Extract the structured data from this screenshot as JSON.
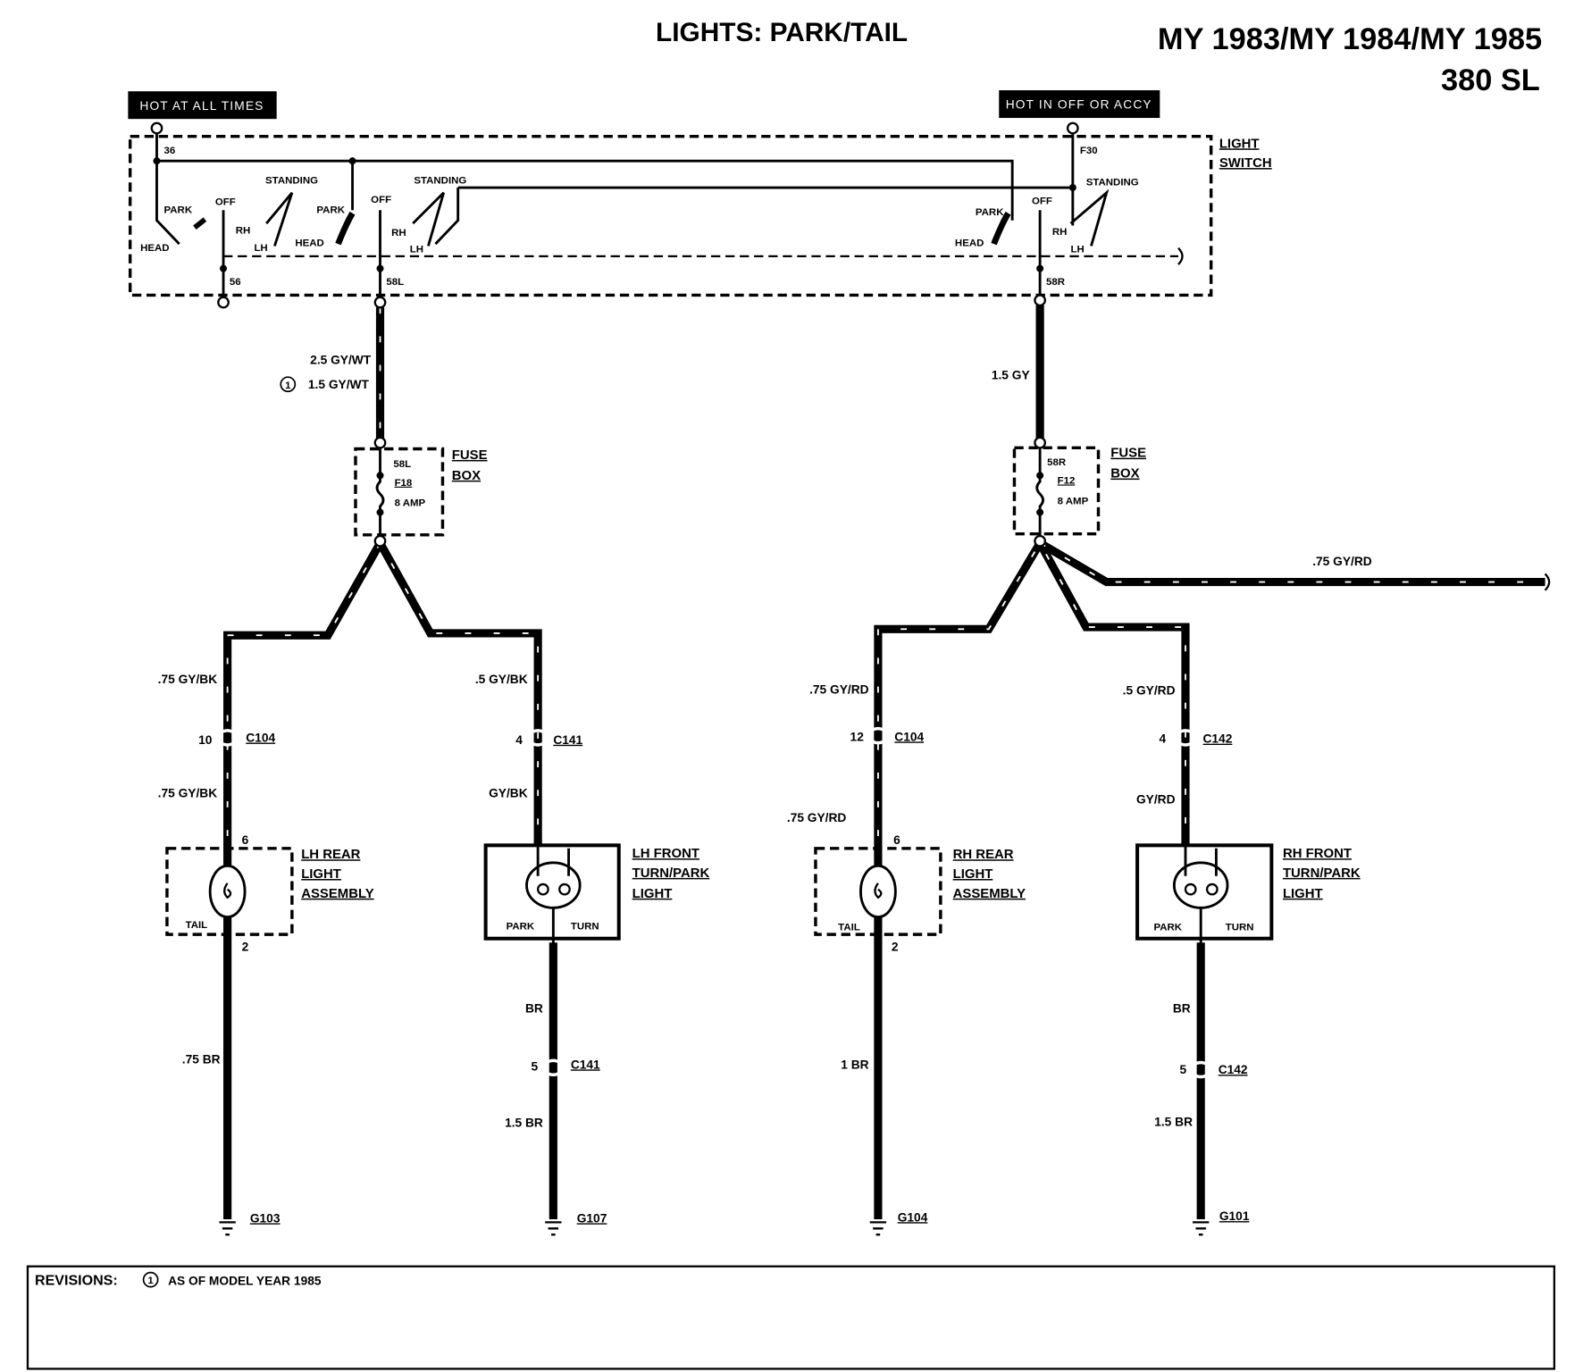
{
  "header": {
    "title": "LIGHTS: PARK/TAIL",
    "model_years": "MY 1983/MY 1984/MY 1985",
    "model": "380 SL"
  },
  "power_tags": {
    "hot_at_all_times": "HOT AT ALL TIMES",
    "hot_in_off_or_accy": "HOT IN OFF OR ACCY"
  },
  "light_switch": {
    "name_line1": "LIGHT",
    "name_line2": "SWITCH",
    "terminals": {
      "t36": "36",
      "t56": "56",
      "t58l": "58L",
      "t58r": "58R",
      "f30": "F30"
    },
    "positions": {
      "park": "PARK",
      "head": "HEAD",
      "off": "OFF",
      "standing": "STANDING",
      "rh": "RH",
      "lh": "LH"
    }
  },
  "fuse_boxes": [
    {
      "line1": "FUSE",
      "line2": "BOX",
      "terminal": "58L",
      "fuse": "F18",
      "rating": "8 AMP"
    },
    {
      "line1": "FUSE",
      "line2": "BOX",
      "terminal": "58R",
      "fuse": "F12",
      "rating": "8 AMP"
    }
  ],
  "wires": {
    "left_main": "2.5 GY/WT",
    "left_main_rev": "1.5 GY/WT",
    "rev_marker": "1",
    "right_main": "1.5 GY",
    "right_branch": ".75 GY/RD",
    "lh_rear_upper": ".75 GY/BK",
    "lh_rear_lower": ".75 GY/BK",
    "lh_front_upper": ".5 GY/BK",
    "lh_front_lower": "GY/BK",
    "rh_rear_upper": ".75 GY/RD",
    "rh_rear_lower": ".75 GY/RD",
    "rh_front_upper": ".5 GY/RD",
    "rh_front_lower": "GY/RD",
    "lh_rear_ground": ".75 BR",
    "lh_front_ground_upper": "BR",
    "lh_front_ground_lower": "1.5 BR",
    "rh_rear_ground": "1 BR",
    "rh_front_ground_upper": "BR",
    "rh_front_ground_lower": "1.5 BR"
  },
  "connectors": {
    "lh_rear": {
      "pin": "10",
      "id": "C104"
    },
    "lh_front": {
      "pin": "4",
      "id": "C141"
    },
    "rh_rear": {
      "pin": "12",
      "id": "C104"
    },
    "rh_front": {
      "pin": "4",
      "id": "C142"
    },
    "lh_front_ground": {
      "pin": "5",
      "id": "C141"
    },
    "rh_front_ground": {
      "pin": "5",
      "id": "C142"
    }
  },
  "components": {
    "lh_rear": {
      "line1": "LH REAR",
      "line2": "LIGHT",
      "line3": "ASSEMBLY",
      "bulb": "TAIL",
      "pin_in": "6",
      "pin_out": "2"
    },
    "lh_front": {
      "line1": "LH FRONT",
      "line2": "TURN/PARK",
      "line3": "LIGHT",
      "park": "PARK",
      "turn": "TURN"
    },
    "rh_rear": {
      "line1": "RH REAR",
      "line2": "LIGHT",
      "line3": "ASSEMBLY",
      "bulb": "TAIL",
      "pin_in": "6",
      "pin_out": "2"
    },
    "rh_front": {
      "line1": "RH FRONT",
      "line2": "TURN/PARK",
      "line3": "LIGHT",
      "park": "PARK",
      "turn": "TURN"
    }
  },
  "grounds": {
    "lh_rear": "G103",
    "lh_front": "G107",
    "rh_rear": "G104",
    "rh_front": "G101"
  },
  "revisions": {
    "label": "REVISIONS:",
    "marker": "1",
    "text": "AS OF MODEL YEAR 1985"
  }
}
